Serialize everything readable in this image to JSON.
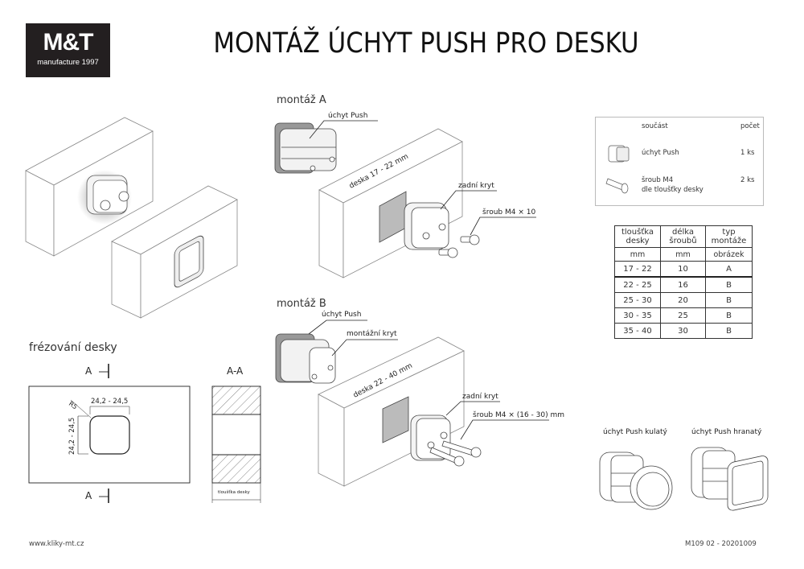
{
  "logo": {
    "brand": "M&T",
    "tagline": "manufacture 1997"
  },
  "title": "MONTÁŽ ÚCHYT PUSH PRO DESKU",
  "mount_a": {
    "heading": "montáž A",
    "label_handle": "úchyt Push",
    "label_board": "deska 17 - 22 mm",
    "label_back_cover": "zadní kryt",
    "label_screw": "šroub M4 × 10"
  },
  "mount_b": {
    "heading": "montáž B",
    "label_handle": "úchyt Push",
    "label_mount_cover": "montážní kryt",
    "label_board": "deska 22 - 40 mm",
    "label_back_cover": "zadní kryt",
    "label_screw": "šroub M4 × (16 - 30) mm"
  },
  "parts_list": {
    "header_part": "součást",
    "header_count": "počet",
    "items": [
      {
        "name": "úchyt Push",
        "name2": "",
        "count": "1 ks",
        "icon": "push-handle-icon"
      },
      {
        "name": "šroub M4",
        "name2": "dle tloušťky desky",
        "count": "2 ks",
        "icon": "screw-icon"
      }
    ]
  },
  "spec_table": {
    "headers": [
      [
        "tloušťka",
        "desky"
      ],
      [
        "délka",
        "šroubů"
      ],
      [
        "typ",
        "montáže"
      ]
    ],
    "units": [
      "mm",
      "mm",
      "obrázek"
    ],
    "rows": [
      [
        "17 - 22",
        "10",
        "A"
      ],
      [
        "22 - 25",
        "16",
        "B"
      ],
      [
        "25 - 30",
        "20",
        "B"
      ],
      [
        "30 - 35",
        "25",
        "B"
      ],
      [
        "35 - 40",
        "30",
        "B"
      ]
    ]
  },
  "milling": {
    "heading": "frézování desky",
    "section_mark": "A",
    "section_title": "A-A",
    "radius": "R5",
    "width_dim": "24,2 - 24,5",
    "height_dim": "24,2 - 24,5",
    "thickness_label": "tloušťka desky"
  },
  "variants": [
    {
      "label": "úchyt Push kulatý"
    },
    {
      "label": "úchyt Push hranatý"
    }
  ],
  "footer": {
    "website": "www.kliky-mt.cz",
    "doc_code": "M109 02 - 20201009"
  }
}
